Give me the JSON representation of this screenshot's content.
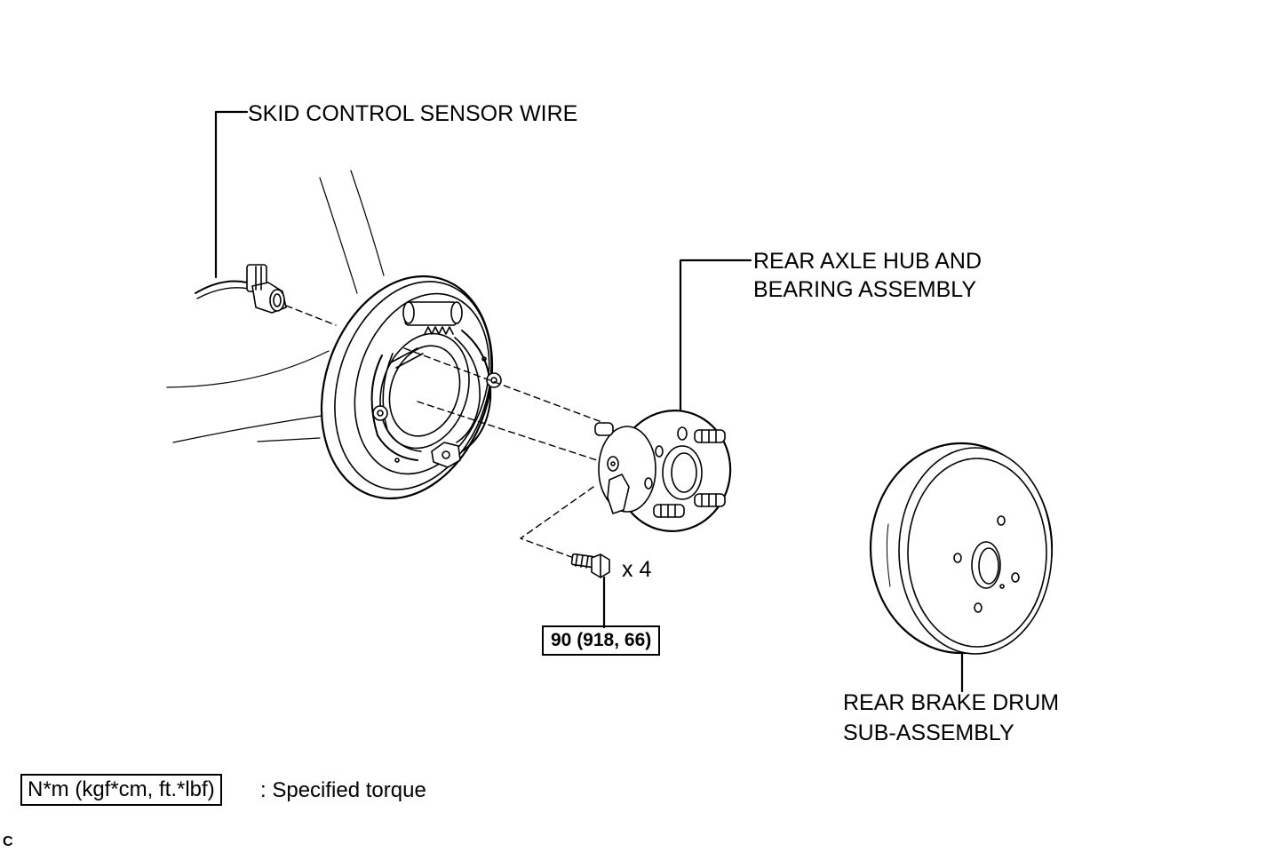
{
  "labels": {
    "sensor_wire": "SKID CONTROL SENSOR WIRE",
    "hub_line1": "REAR AXLE HUB AND",
    "hub_line2": "BEARING ASSEMBLY",
    "drum_line1": "REAR BRAKE DRUM",
    "drum_line2": "SUB-ASSEMBLY",
    "bolt_qty": "x 4"
  },
  "torque": {
    "value": "90 (918, 66)"
  },
  "legend": {
    "unit_box": "N*m (kgf*cm, ft.*lbf)",
    "description": ": Specified torque"
  },
  "corner_mark": "C"
}
